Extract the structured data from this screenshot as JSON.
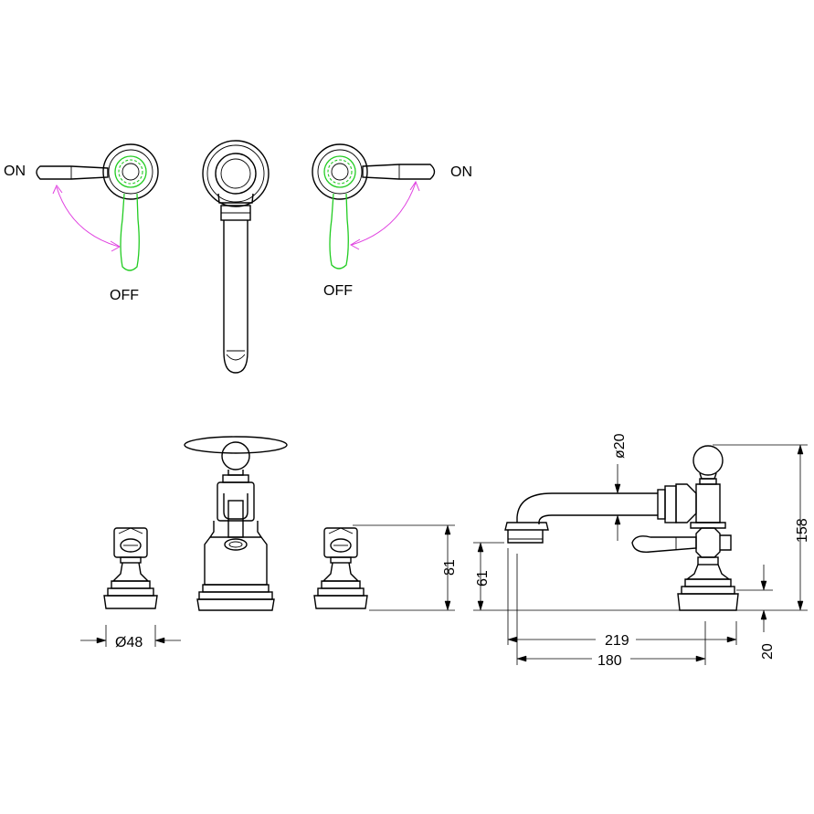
{
  "labels": {
    "left_on": "ON",
    "left_off": "OFF",
    "right_on": "ON",
    "right_off": "OFF"
  },
  "dimensions": {
    "base_diameter": "Ø48",
    "pipe_diameter": "ø20",
    "valve_height": "81",
    "spout_outlet_height": "61",
    "total_height": "158",
    "spout_reach_outer": "219",
    "spout_reach_inner": "180",
    "deck_thickness": "20"
  },
  "colors": {
    "line": "#000000",
    "off_position": "#22cc22",
    "rotation_arc": "#e040e0"
  }
}
